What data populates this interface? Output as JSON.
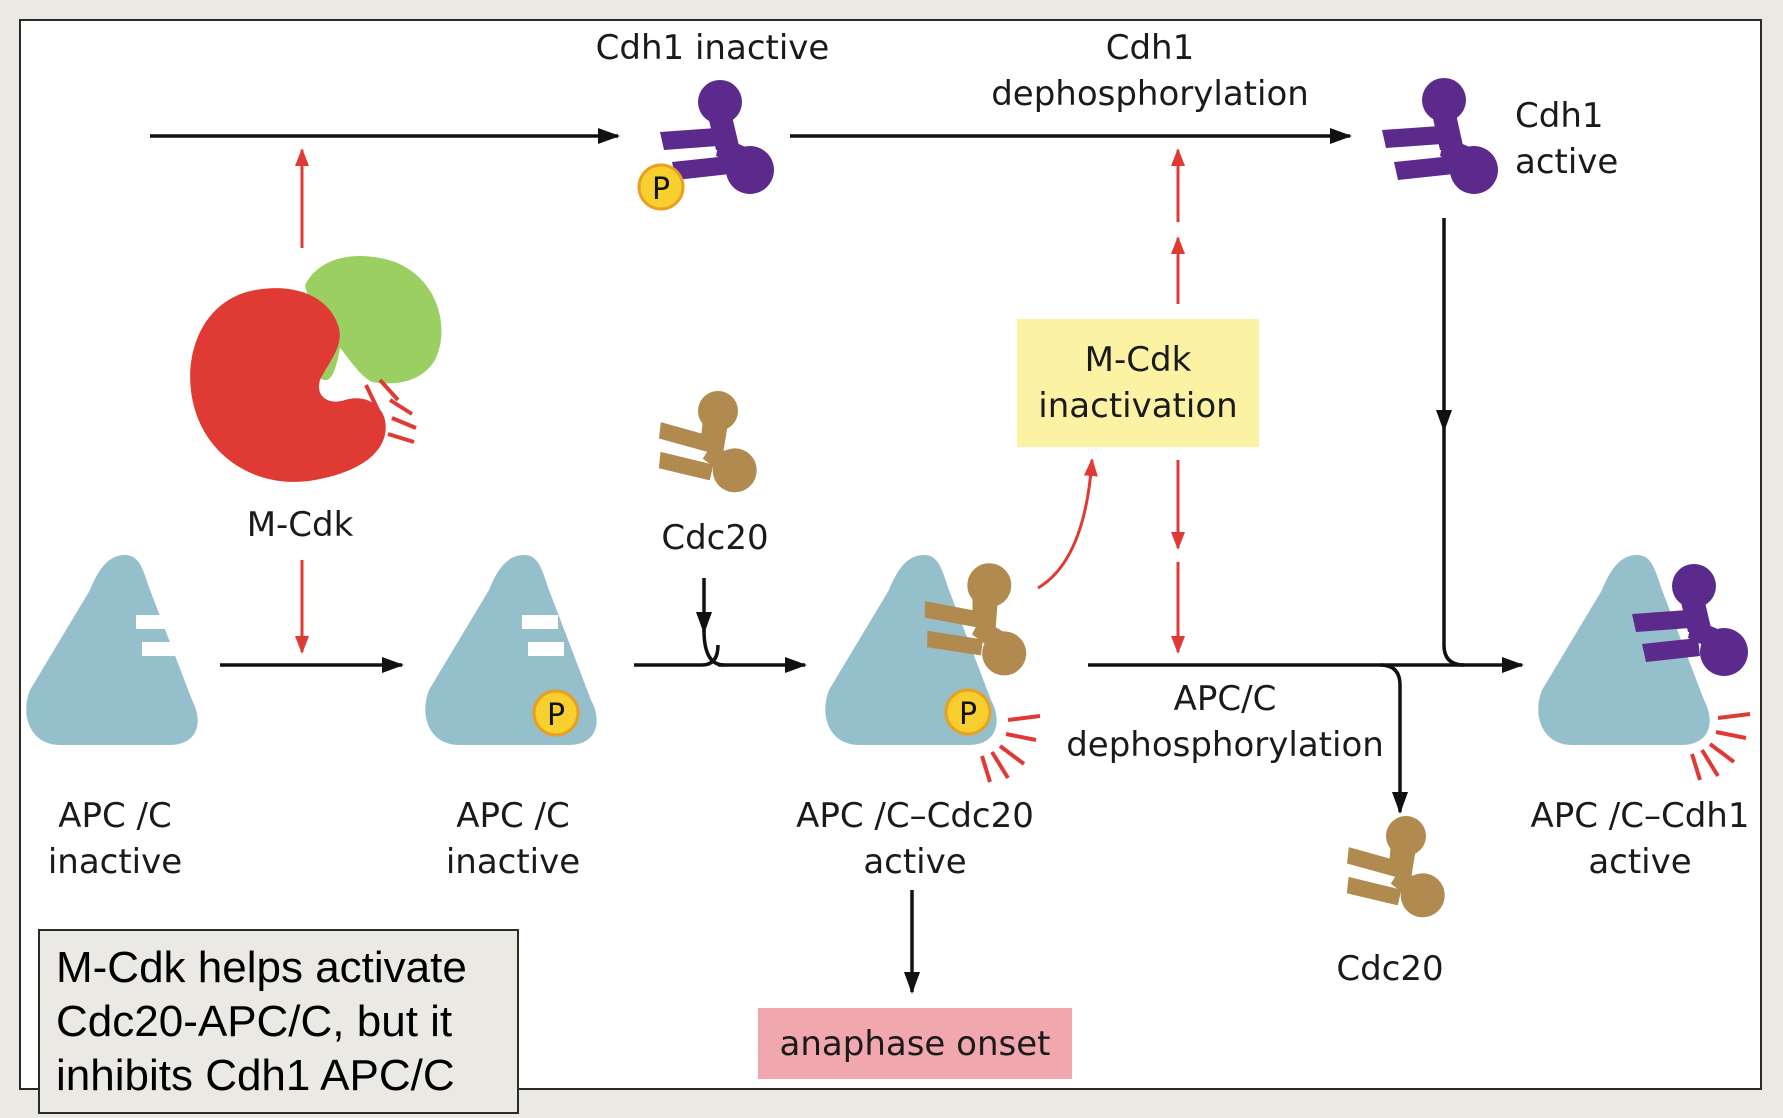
{
  "labels": {
    "cdh1_inactive": "Cdh1 inactive",
    "cdh1_dephos": "Cdh1\ndephosphorylation",
    "cdh1_active": "Cdh1\nactive",
    "mcdk": "M-Cdk",
    "cdc20_top": "Cdc20",
    "mcdk_inactivation": "M-Cdk\ninactivation",
    "apc_inactive_1": "APC /C\ninactive",
    "apc_inactive_2": "APC /C\ninactive",
    "apc_cdc20_active": "APC /C–Cdc20\nactive",
    "apc_dephos": "APC/C\ndephosphorylation",
    "apc_cdh1_active": "APC /C–Cdh1\nactive",
    "cdc20_bottom": "Cdc20",
    "anaphase": "anaphase onset",
    "phospho": "P"
  },
  "caption": "M-Cdk helps activate\nCdc20-APC/C, but it\ninhibits Cdh1 APC/C",
  "colors": {
    "apc": "#94bfcb",
    "cdh1": "#5b2a8c",
    "cdc20": "#b08a4e",
    "cdk_red": "#e03a35",
    "cyclin_green": "#9ccf62",
    "phospho": "#f7d030",
    "activating_arrow": "#e03a35",
    "pathway_arrow": "#111111",
    "inactivation_box": "#fbf3a3",
    "anaphase_box": "#f0a8ae"
  }
}
